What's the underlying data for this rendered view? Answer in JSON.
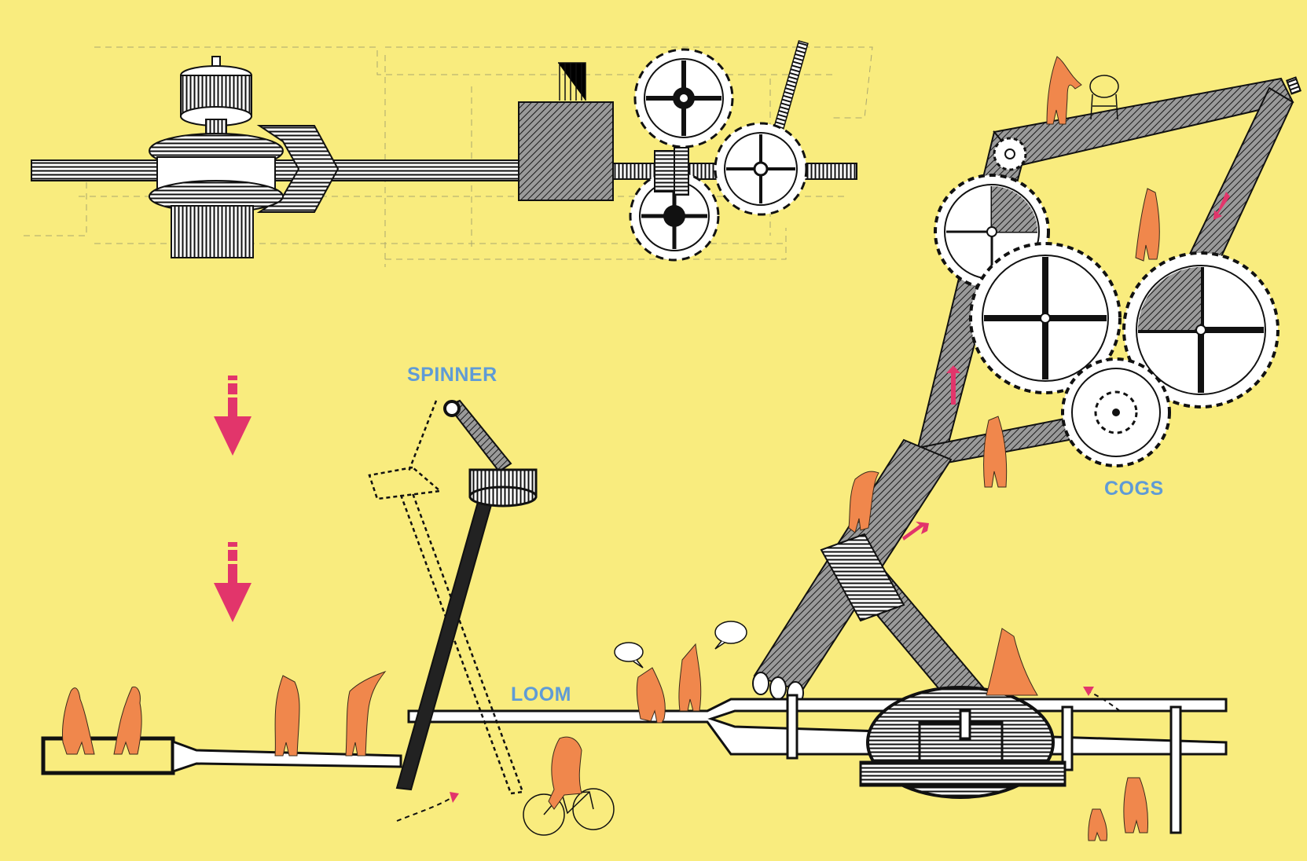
{
  "labels": {
    "spinner": "SPINNER",
    "loom": "LOOM",
    "cogs": "COGS"
  },
  "colors": {
    "background": "#f9ec7e",
    "label_blue": "#5f9bd6",
    "figure_orange": "#f0874c",
    "arrow_pink": "#e2356b",
    "ink": "#111111",
    "gear_fill": "#ffffff",
    "hatch_fill": "#8d8d8d"
  },
  "icons": [
    "gear-icon",
    "down-arrow-icon",
    "person-figure-icon",
    "bicycle-icon",
    "speech-bubble-icon",
    "curved-arrow-icon"
  ]
}
